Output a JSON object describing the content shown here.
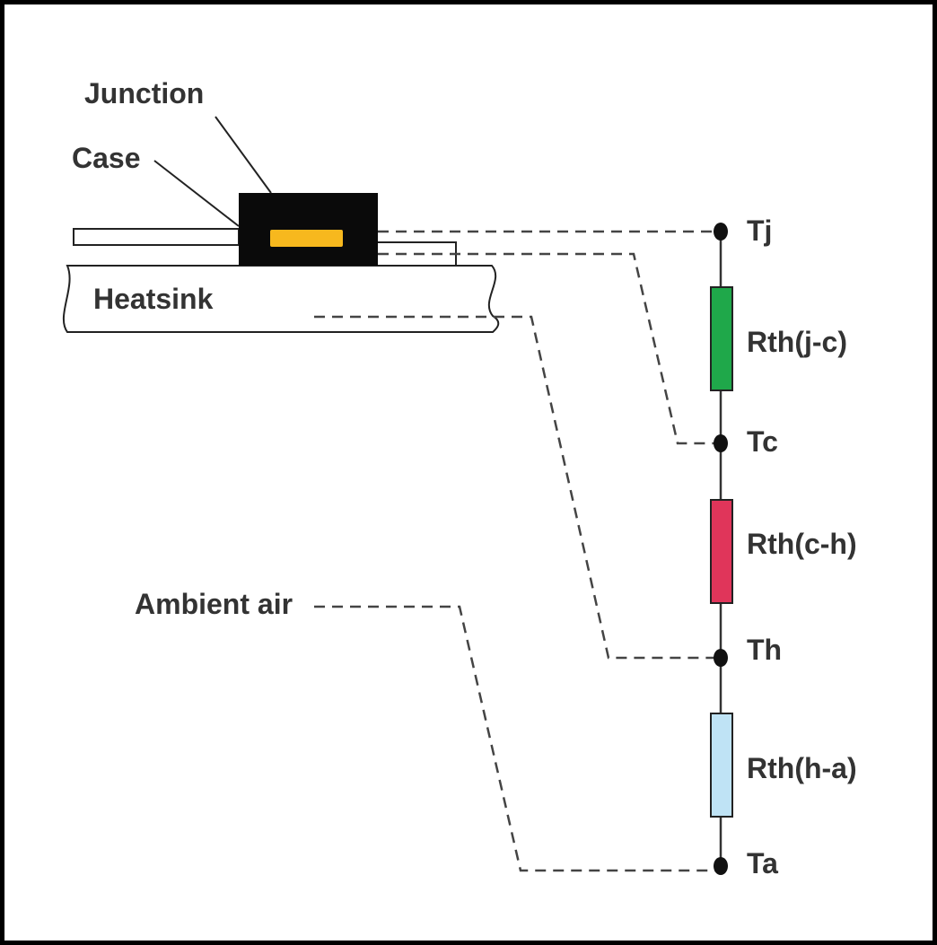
{
  "labels": {
    "junction": "Junction",
    "case": "Case",
    "heatsink": "Heatsink",
    "ambient_air": "Ambient air"
  },
  "nodes": {
    "tj": "Tj",
    "tc": "Tc",
    "th": "Th",
    "ta": "Ta"
  },
  "resistors": {
    "jc": {
      "label": "Rth(j-c)",
      "color": "#1fa84a"
    },
    "ch": {
      "label": "Rth(c-h)",
      "color": "#e0355a"
    },
    "ha": {
      "label": "Rth(h-a)",
      "color": "#bfe3f5"
    }
  },
  "colors": {
    "package": "#0a0a0a",
    "die": "#f7b81e",
    "frame": "#000000"
  }
}
